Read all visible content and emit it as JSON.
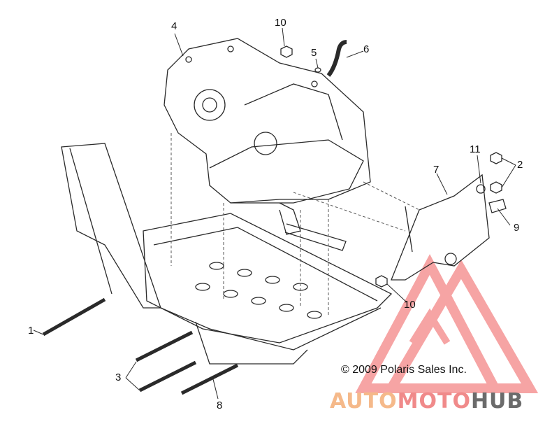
{
  "callouts": {
    "c1": "1",
    "c2": "2",
    "c3": "3",
    "c4": "4",
    "c5": "5",
    "c6": "6",
    "c7": "7",
    "c8": "8",
    "c9": "9",
    "c10a": "10",
    "c10b": "10",
    "c11": "11"
  },
  "copyright": "© 2009 Polaris Sales Inc.",
  "watermark": {
    "part1": "AUTO",
    "part2": "MOTO",
    "part3": "HUB"
  },
  "colors": {
    "line": "#2a2a2a",
    "logo_red": "#f05a5a",
    "logo_orange": "#f5a86a",
    "logo_gray": "#6b6b6b"
  }
}
